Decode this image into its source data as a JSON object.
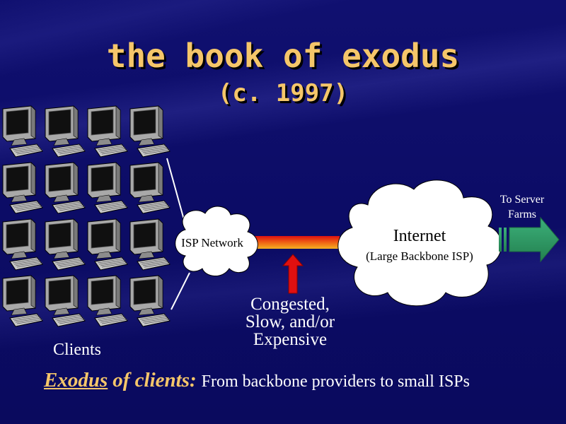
{
  "title": "the book of exodus",
  "subtitle": "(c. 1997)",
  "nodes": {
    "isp": "ISP Network",
    "internet": "Internet",
    "internet_sub": "(Large Backbone ISP)"
  },
  "server_label": [
    "To Server",
    "Farms"
  ],
  "congested_label": [
    "Congested,",
    "Slow, and/or",
    "Expensive"
  ],
  "clients_label": "Clients",
  "caption": {
    "term": "Exodus",
    "joiner": "of clients:",
    "rest": "From backbone providers to small ISPs"
  },
  "clients": {
    "rows": 4,
    "cols": 4
  },
  "colors": {
    "background": "#0d0d6e",
    "title": "#f5c66a",
    "arrow_green": "#2f9a66",
    "link_red": "#e01010",
    "link_orange": "#f5a21a"
  },
  "icons": {
    "client": "desktop-computer-icon",
    "cloud": "cloud-icon",
    "arrow": "right-arrow-icon"
  }
}
